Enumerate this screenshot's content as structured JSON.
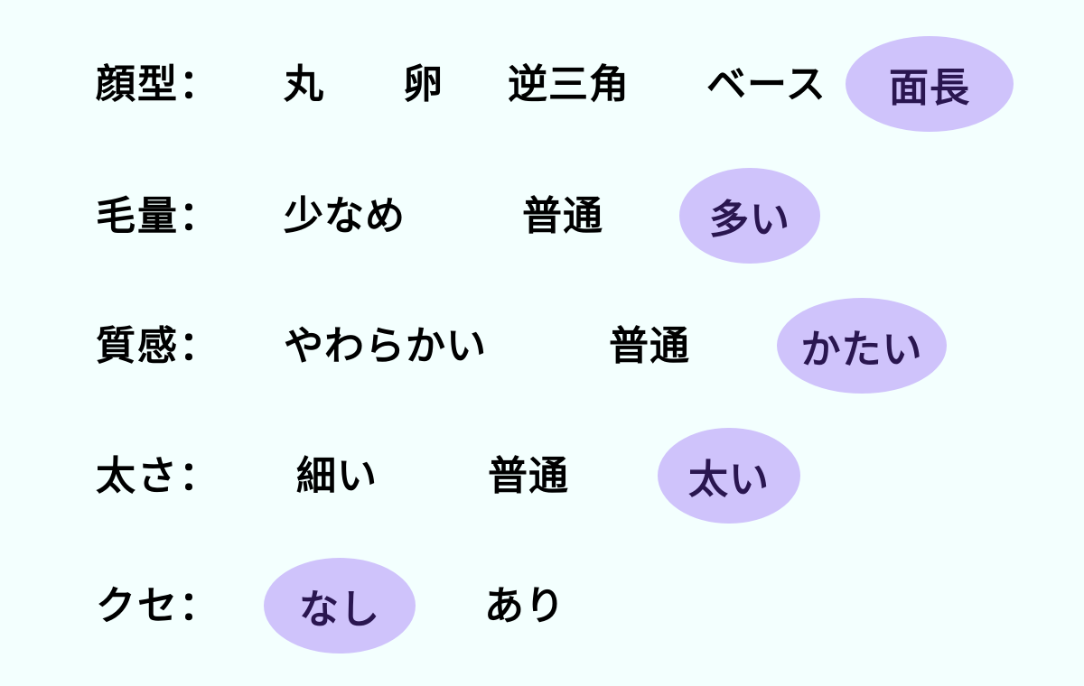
{
  "colors": {
    "background": "#f3fffe",
    "selected_fill": "#cfc3fb",
    "selected_text": "#2a1650",
    "text": "#000000"
  },
  "rows": [
    {
      "label": "顔型：",
      "options": [
        "丸",
        "卵",
        "逆三角",
        "ベース",
        "面長"
      ],
      "selected": "面長"
    },
    {
      "label": "毛量：",
      "options": [
        "少なめ",
        "普通",
        "多い"
      ],
      "selected": "多い"
    },
    {
      "label": "質感：",
      "options": [
        "やわらかい",
        "普通",
        "かたい"
      ],
      "selected": "かたい"
    },
    {
      "label": "太さ：",
      "options": [
        "細い",
        "普通",
        "太い"
      ],
      "selected": "太い"
    },
    {
      "label": "クセ：",
      "options": [
        "なし",
        "あり"
      ],
      "selected": "なし"
    }
  ]
}
